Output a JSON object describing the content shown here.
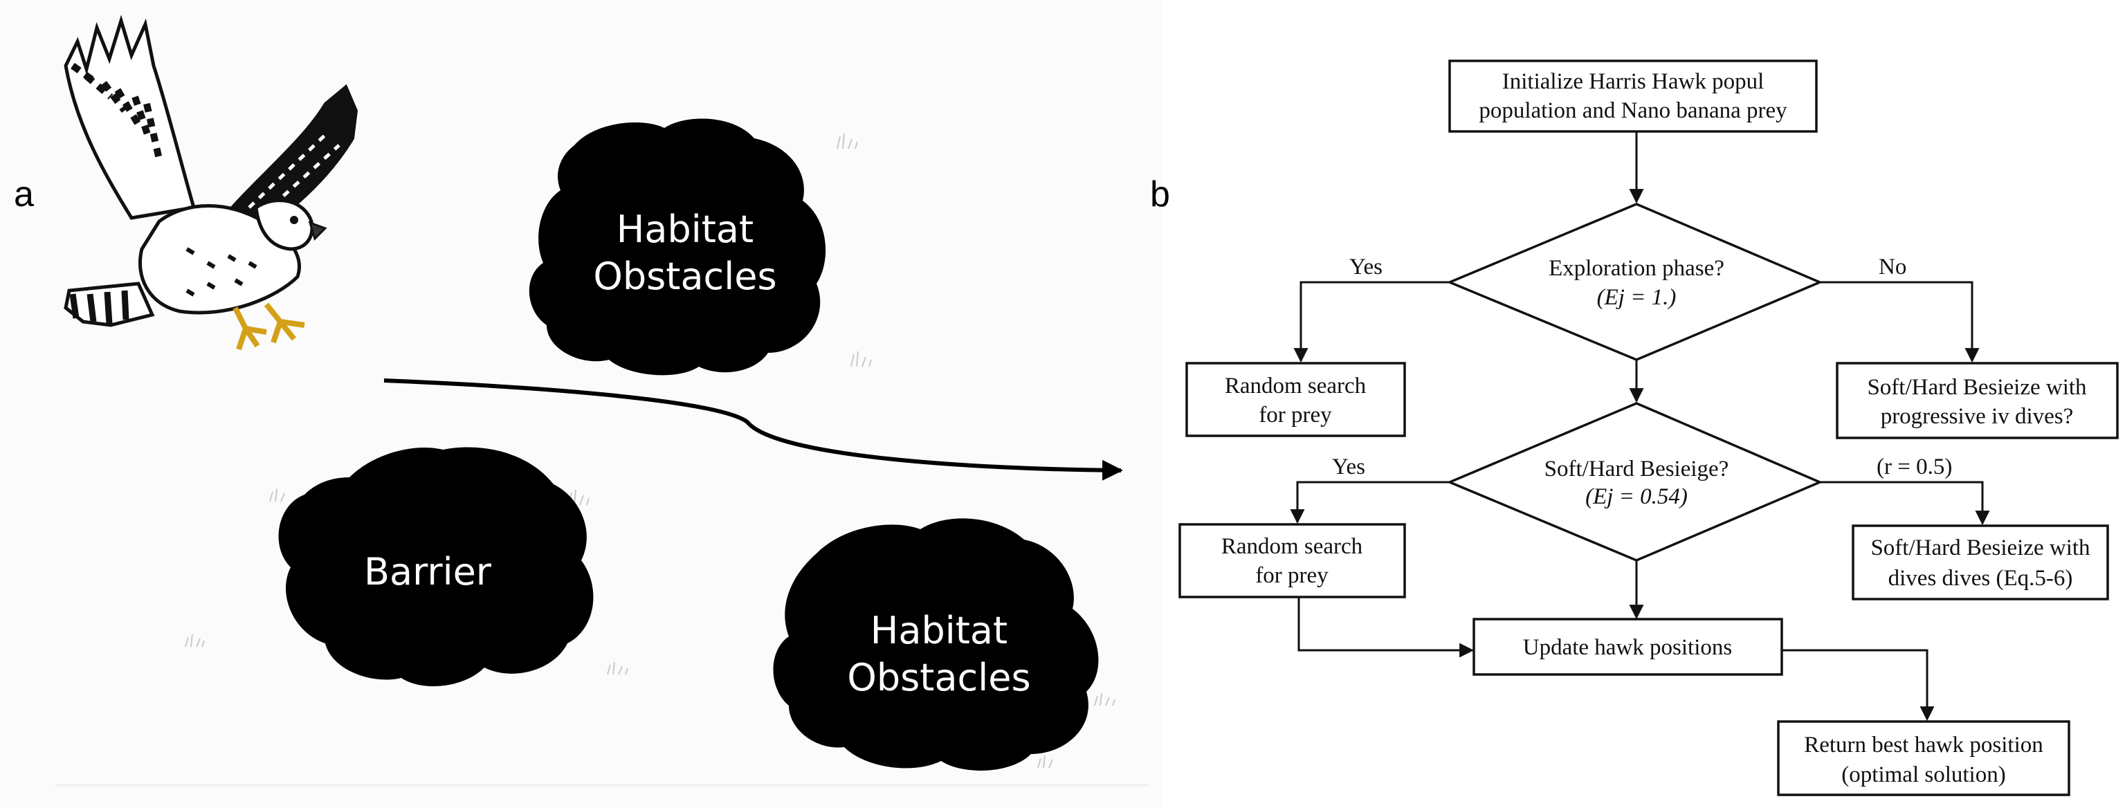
{
  "panel_a": {
    "label": "a",
    "obstacles": [
      {
        "line1": "Habitat",
        "line2": "Obstacles"
      },
      {
        "line1": "Barrier",
        "line2": ""
      },
      {
        "line1": "Habitat",
        "line2": "Obstacles"
      }
    ],
    "hawk_icon": "hawk-illustration"
  },
  "panel_b": {
    "label": "b",
    "flowchart": {
      "start": {
        "line1": "Initialize Harris Hawk popul",
        "line2": "population and Nano banana prey"
      },
      "decision1": {
        "line1": "Exploration phase?",
        "line2": "(Ej = 1.)"
      },
      "decision1_yes": "Yes",
      "decision1_no": "No",
      "random_search_1": {
        "line1": "Random search",
        "line2": "for prey"
      },
      "soft_hard_1": {
        "line1": "Soft/Hard Besieize with",
        "line2": "progressive iv dives?"
      },
      "decision2": {
        "line1": "Soft/Hard Besieige?",
        "line2": "(Ej = 0.54)"
      },
      "decision2_yes": "Yes",
      "decision2_right": "(r = 0.5)",
      "random_search_2": {
        "line1": "Random search",
        "line2": "for prey"
      },
      "soft_hard_2": {
        "line1": "Soft/Hard Besieize with",
        "line2": "dives dives (Eq.5-6)"
      },
      "update": "Update hawk positions",
      "return": {
        "line1": "Return best hawk position",
        "line2": "(optimal solution)"
      }
    }
  }
}
